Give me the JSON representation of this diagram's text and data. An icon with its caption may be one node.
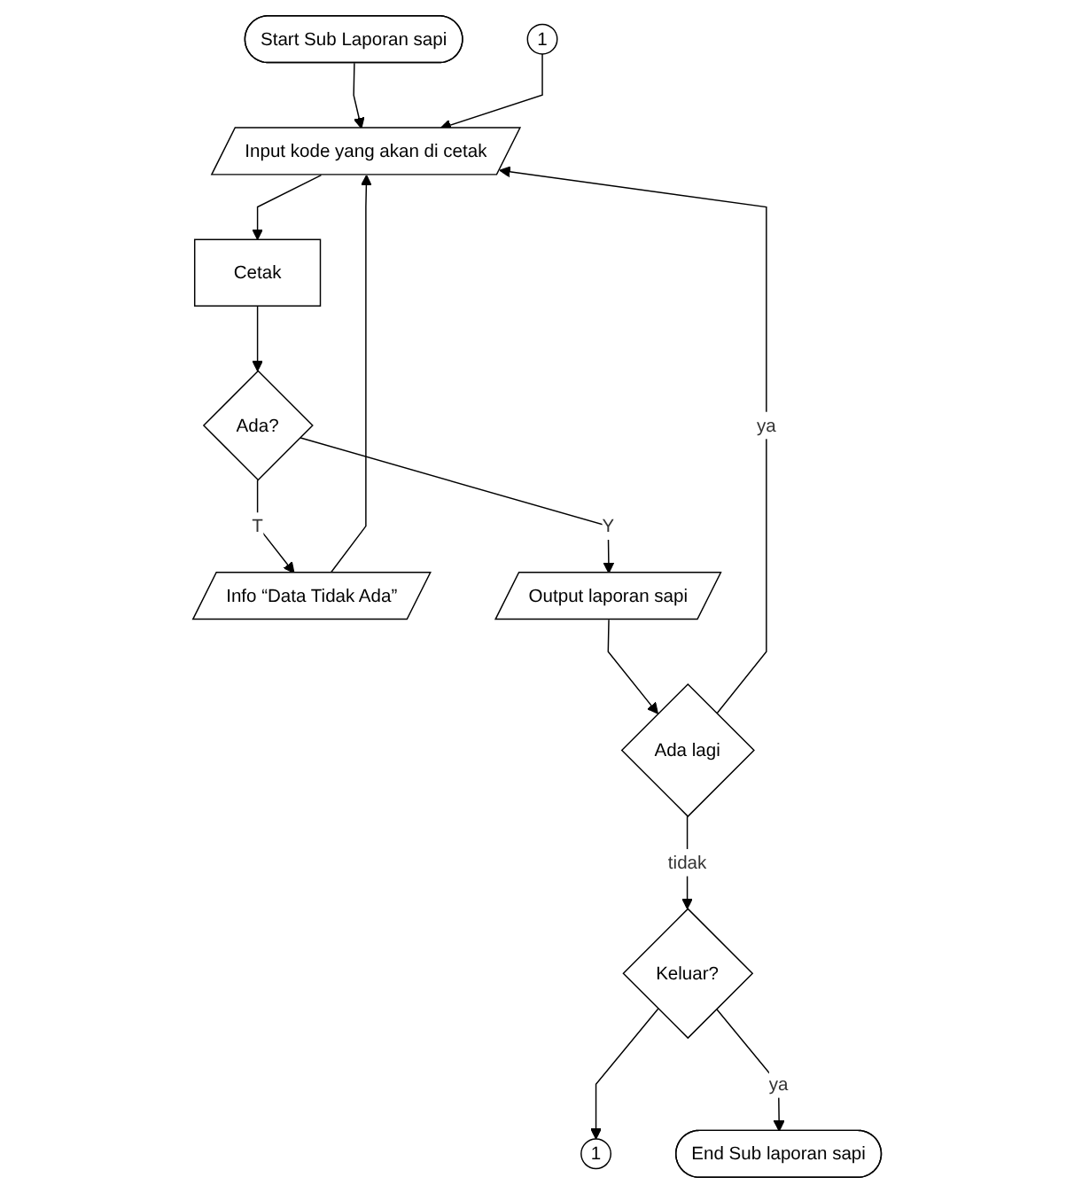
{
  "diagram": {
    "nodes": [
      {
        "text": [
          "Start Sub Laporan sapi"
        ]
      },
      {
        "text": [
          "1"
        ]
      },
      {
        "text": [
          "Input kode yang akan di cetak"
        ]
      },
      {
        "text": [
          "Info “Data Tidak Ada”"
        ]
      },
      {
        "text": [
          "Cetak"
        ]
      },
      {
        "text": [
          "Ada?"
        ]
      },
      {
        "text": [
          "Output laporan  sapi"
        ]
      },
      {
        "text": [
          "Ada lagi"
        ]
      },
      {
        "text": [
          "1"
        ]
      },
      {
        "text": [
          "Keluar?"
        ]
      },
      {
        "text": [
          "End Sub laporan sapi"
        ]
      }
    ],
    "edges": [
      {
        "from": 0,
        "to": 2,
        "arrow": "to"
      },
      {
        "from": 1,
        "to": 2,
        "arrow": "to"
      },
      {
        "from": 3,
        "to": 2,
        "arrow": "to"
      },
      {
        "from": 2,
        "to": 4,
        "arrow": "to"
      },
      {
        "from": 4,
        "to": 5,
        "arrow": "to"
      },
      {
        "from": 5,
        "to": 3,
        "arrow": "to",
        "label": "T"
      },
      {
        "from": 5,
        "to": 6,
        "arrow": "to",
        "label": "Y"
      },
      {
        "from": 6,
        "to": 7,
        "arrow": "to"
      },
      {
        "from": 7,
        "to": 2,
        "arrow": "to",
        "label": "ya"
      },
      {
        "from": 7,
        "to": 9,
        "arrow": "to",
        "label": "tidak"
      },
      {
        "from": 9,
        "to": 8,
        "arrow": "to"
      },
      {
        "from": 9,
        "to": 10,
        "arrow": "to",
        "label": "ya"
      }
    ]
  }
}
